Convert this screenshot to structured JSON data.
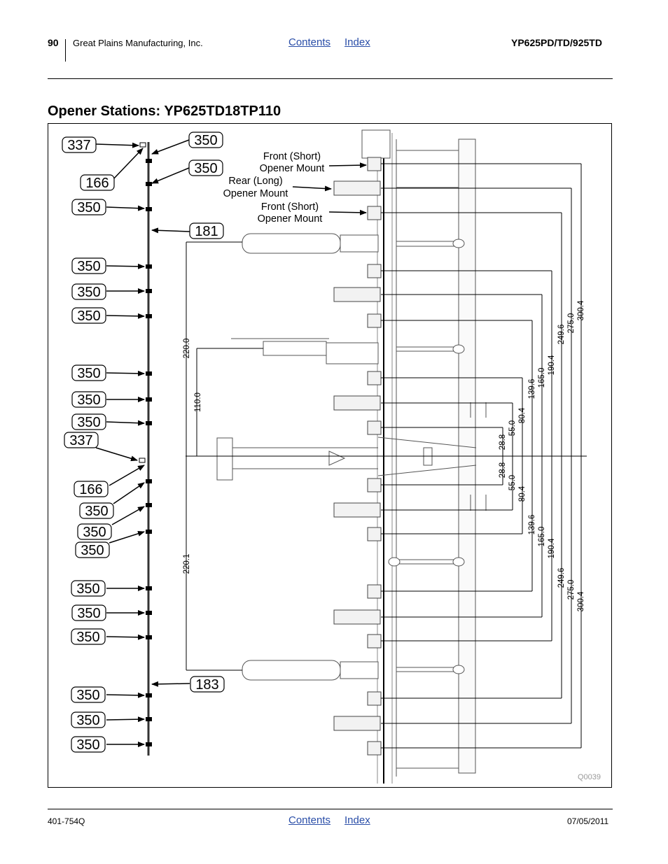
{
  "header": {
    "page_number": "90",
    "company": "Great Plains Manufacturing, Inc.",
    "link_contents": "Contents",
    "link_index": "Index",
    "model": "YP625PD/TD/925TD"
  },
  "section_title": "Opener Stations: YP625TD18TP110",
  "diagram": {
    "callouts": {
      "c337a": "337",
      "c350a": "350",
      "c166a": "166",
      "c350b": "350",
      "c350c": "350",
      "c181": "181",
      "c350d": "350",
      "c350e": "350",
      "c350f": "350",
      "c350g": "350",
      "c350h": "350",
      "c350i": "350",
      "c337b": "337",
      "c166b": "166",
      "c350j": "350",
      "c350k": "350",
      "c350l": "350",
      "c350m": "350",
      "c350n": "350",
      "c350o": "350",
      "c183": "183",
      "c350p": "350",
      "c350q": "350",
      "c350r": "350"
    },
    "labels": {
      "front1_a": "Front (Short)",
      "front1_b": "Opener Mount",
      "rear_a": "Rear (Long)",
      "rear_b": "Opener Mount",
      "front2_a": "Front (Short)",
      "front2_b": "Opener Mount"
    },
    "dims": {
      "d2200": "220.0",
      "d1100": "110.0",
      "d2201": "220.1",
      "u288": "28.8",
      "u550": "55.0",
      "u804": "80.4",
      "u1396": "139.6",
      "u1650": "165.0",
      "u1904": "190.4",
      "u2496": "249.6",
      "u2750": "275.0",
      "u3004": "300.4",
      "l288": "28.8",
      "l550": "55.0",
      "l804": "80.4",
      "l1396": "139.6",
      "l1650": "165.0",
      "l1904": "190.4",
      "l2496": "249.6",
      "l2750": "275.0",
      "l3004": "300.4"
    },
    "figure_id": "Q0039"
  },
  "footer": {
    "doc_number": "401-754Q",
    "link_contents": "Contents",
    "link_index": "Index",
    "date": "07/05/2011"
  }
}
